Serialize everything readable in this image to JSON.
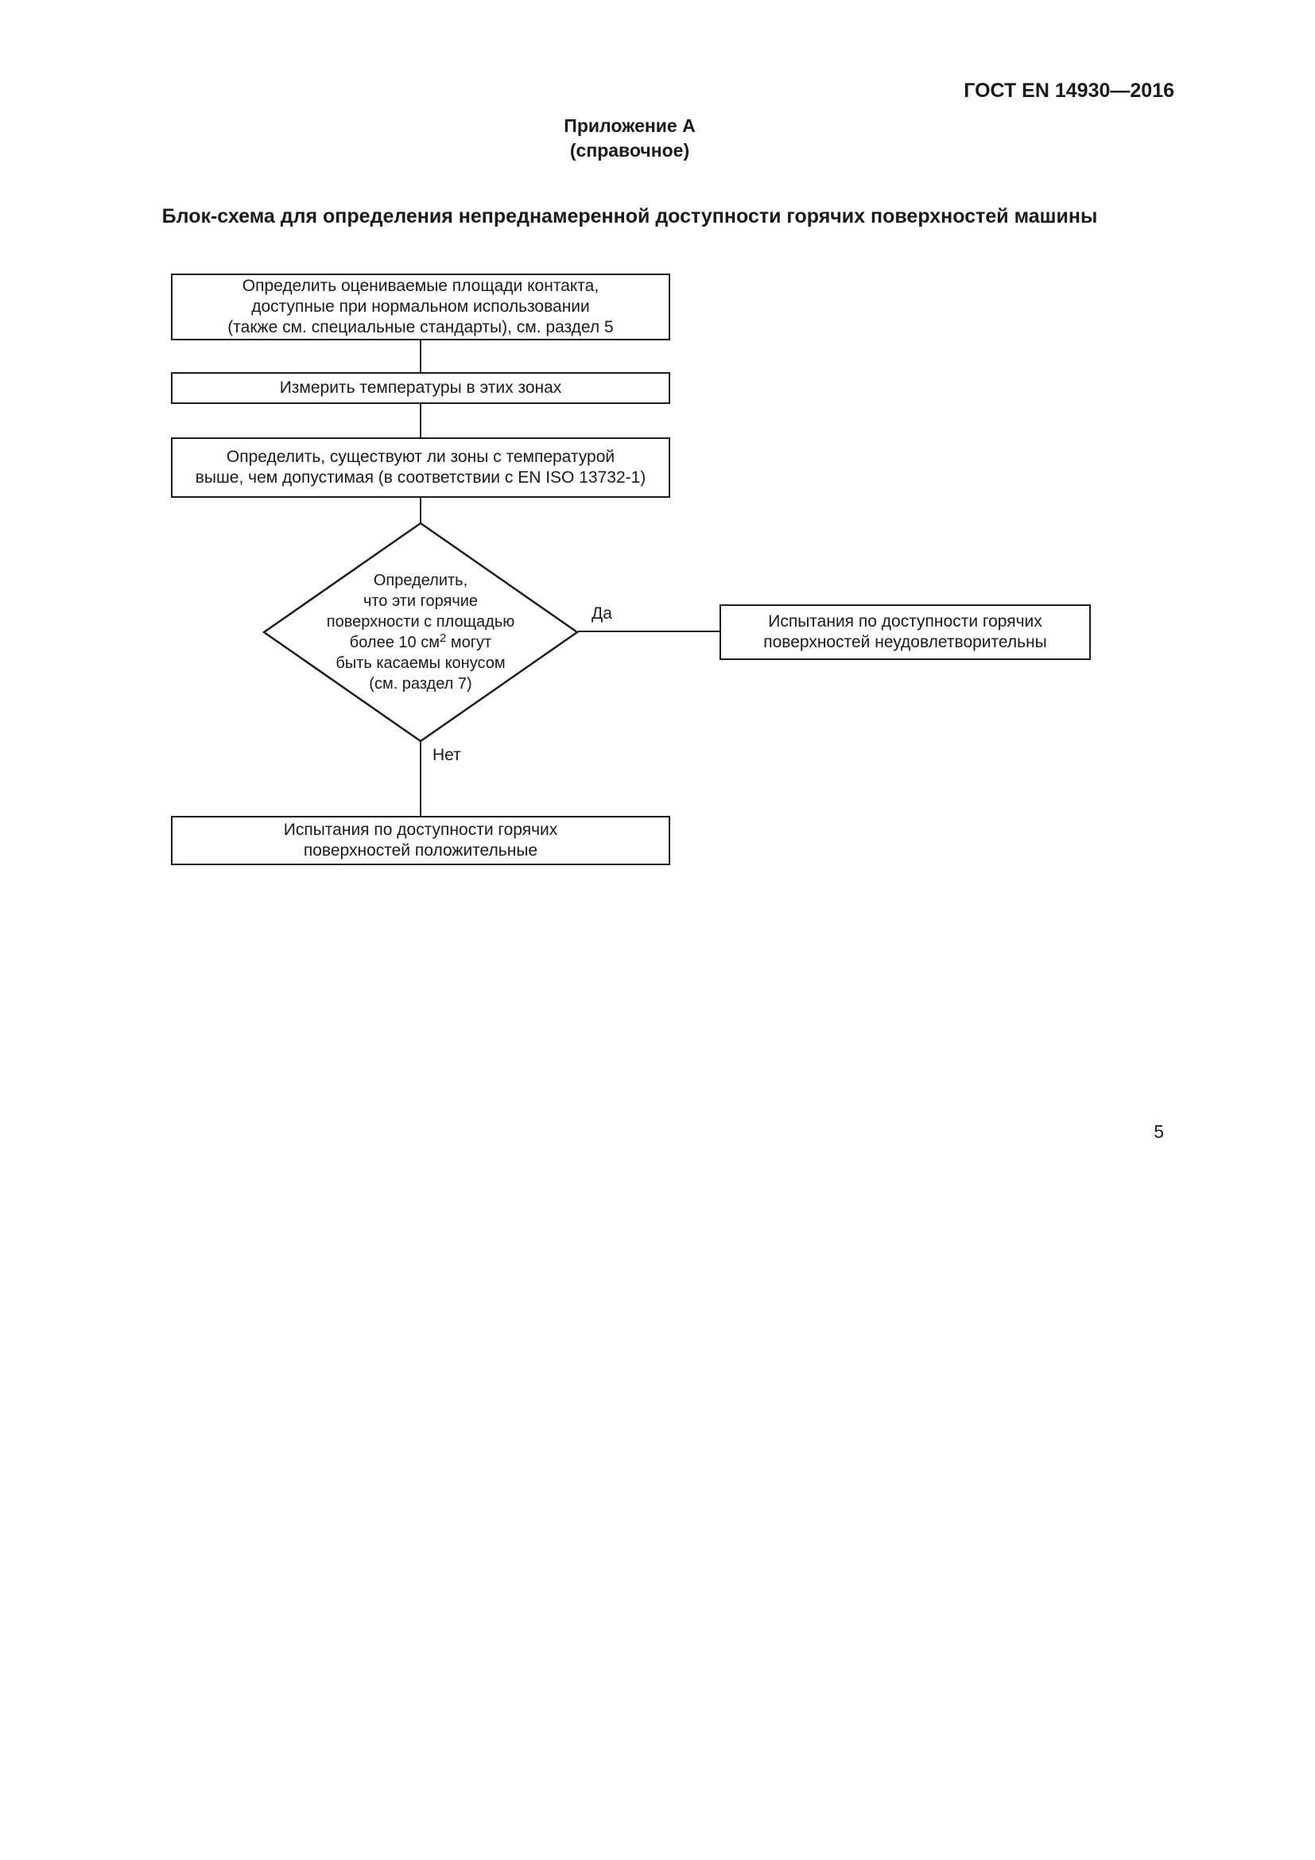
{
  "page": {
    "header_right": "ГОСТ EN 14930—2016",
    "annex_title": "Приложение А",
    "annex_subtitle": "(справочное)",
    "heading": "Блок-схема для определения непреднамеренной доступности горячих поверхностей машины",
    "page_number": "5"
  },
  "flowchart": {
    "box1": {
      "lines": [
        "Определить оцениваемые площади контакта,",
        "доступные при нормальном использовании",
        "(также см. специальные стандарты), см. раздел 5"
      ]
    },
    "box2": {
      "text": "Измерить температуры в этих зонах"
    },
    "box3": {
      "lines": [
        "Определить, существуют ли зоны с температурой",
        "выше, чем допустимая (в соответствии с EN ISO 13732-1)"
      ]
    },
    "decision": {
      "lines_top": [
        "Определить,",
        "что эти горячие",
        "поверхности с площадью"
      ],
      "area_line": {
        "pre": "более 10 см",
        "sup": "2",
        "post": " могут"
      },
      "lines_bottom": [
        "быть касаемы конусом",
        "(см. раздел 7)"
      ]
    },
    "label_yes": "Да",
    "label_no": "Нет",
    "box_yes": {
      "lines": [
        "Испытания по доступности горячих",
        "поверхностей неудовлетворительны"
      ]
    },
    "box_no": {
      "lines": [
        "Испытания по доступности горячих",
        "поверхностей положительные"
      ]
    }
  }
}
